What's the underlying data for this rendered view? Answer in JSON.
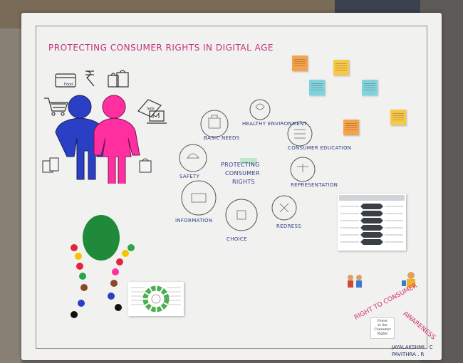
{
  "poster": {
    "title": "PROTECTING CONSUMER RIGHTS IN DIGITAL AGE",
    "center_label_line1": "PROTECTING",
    "center_label_line2": "CONSUMER",
    "center_label_line3": "RIGHTS",
    "rights": [
      {
        "label": "BASIC NEEDS"
      },
      {
        "label": "HEALTHY ENVIRONMENT"
      },
      {
        "label": "CONSUMER EDUCATION"
      },
      {
        "label": "SAFETY"
      },
      {
        "label": "REPRESENTATION"
      },
      {
        "label": "INFORMATION"
      },
      {
        "label": "CHOICE"
      },
      {
        "label": "REDRESS"
      }
    ],
    "icon_labels": {
      "card_text": "Food",
      "tag_text": "Sale"
    },
    "awareness_text_1": "RIGHT TO CONSUMER",
    "awareness_text_2": "AWARENESS",
    "fist_card_lines": [
      "Power",
      "to the",
      "Consumer",
      "Rights"
    ],
    "signature_1": "JAYALAKSHMI . C",
    "signature_2": "PAVITHRA . R"
  },
  "colors": {
    "title": "#c0337a",
    "blue_figure": "#2a3fc4",
    "pink_figure": "#ff2fa0",
    "green_head": "#1f8a3a",
    "handwriting": "#2f3a8a"
  }
}
